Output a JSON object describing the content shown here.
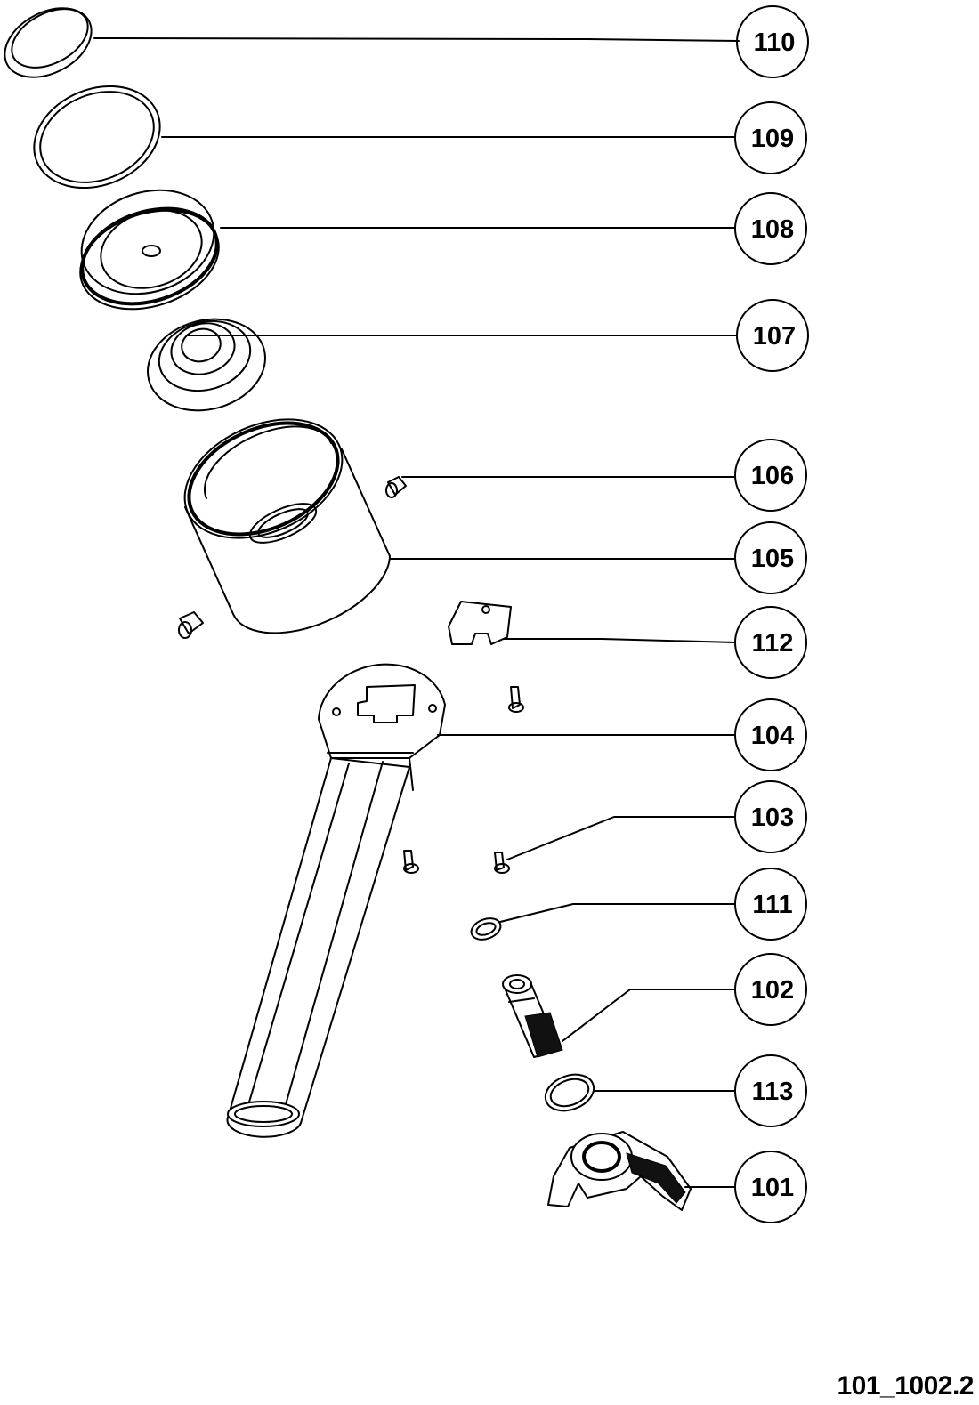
{
  "callouts": [
    {
      "number": "110",
      "part": "cap"
    },
    {
      "number": "109",
      "part": "o-ring-large"
    },
    {
      "number": "108",
      "part": "piston"
    },
    {
      "number": "107",
      "part": "valve-seat"
    },
    {
      "number": "106",
      "part": "plug-screw"
    },
    {
      "number": "105",
      "part": "cylinder-housing"
    },
    {
      "number": "112",
      "part": "lock-plate"
    },
    {
      "number": "104",
      "part": "handle"
    },
    {
      "number": "103",
      "part": "screw"
    },
    {
      "number": "111",
      "part": "o-ring-small"
    },
    {
      "number": "102",
      "part": "threaded-stem"
    },
    {
      "number": "113",
      "part": "o-ring-medium"
    },
    {
      "number": "101",
      "part": "trigger-lever"
    }
  ],
  "drawing_code": "101_1002.2"
}
